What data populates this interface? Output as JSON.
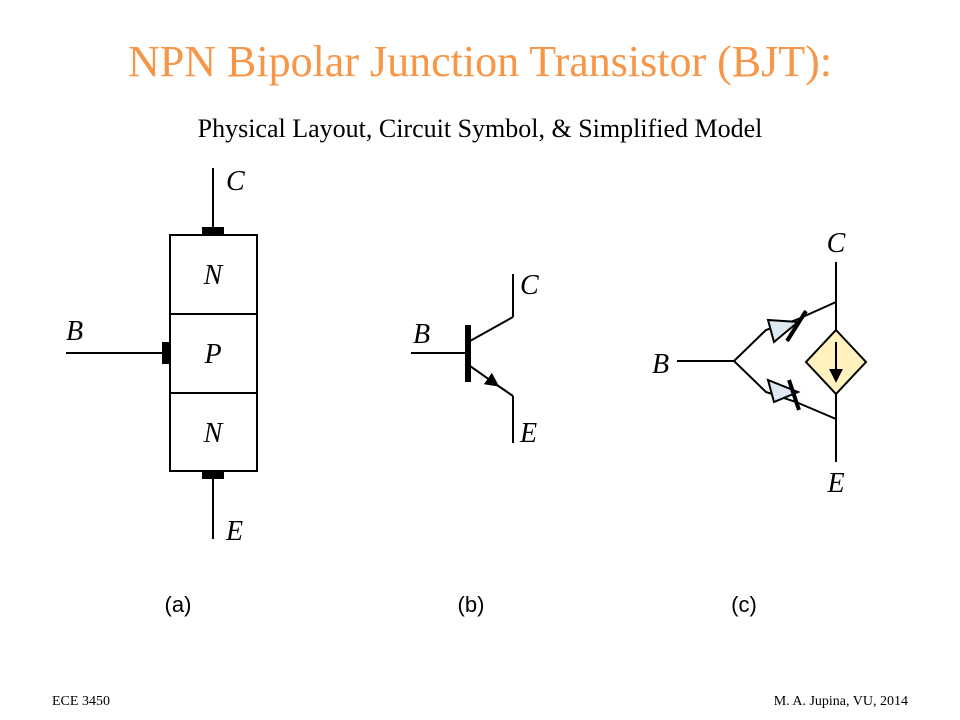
{
  "slide": {
    "title": "NPN Bipolar Junction Transistor (BJT):",
    "subtitle": "Physical Layout, Circuit Symbol, & Simplified Model",
    "title_color": "#f79646"
  },
  "layout_a": {
    "collector_label": "C",
    "base_label": "B",
    "emitter_label": "E",
    "top_region": "N",
    "middle_region": "P",
    "bottom_region": "N",
    "caption": "(a)"
  },
  "symbol_b": {
    "collector_label": "C",
    "base_label": "B",
    "emitter_label": "E",
    "caption": "(b)"
  },
  "model_c": {
    "collector_label": "C",
    "base_label": "B",
    "emitter_label": "E",
    "source_fill": "#fff2bf",
    "caption": "(c)"
  },
  "footer": {
    "left": "ECE 3450",
    "right": "M. A. Jupina, VU, 2014"
  }
}
